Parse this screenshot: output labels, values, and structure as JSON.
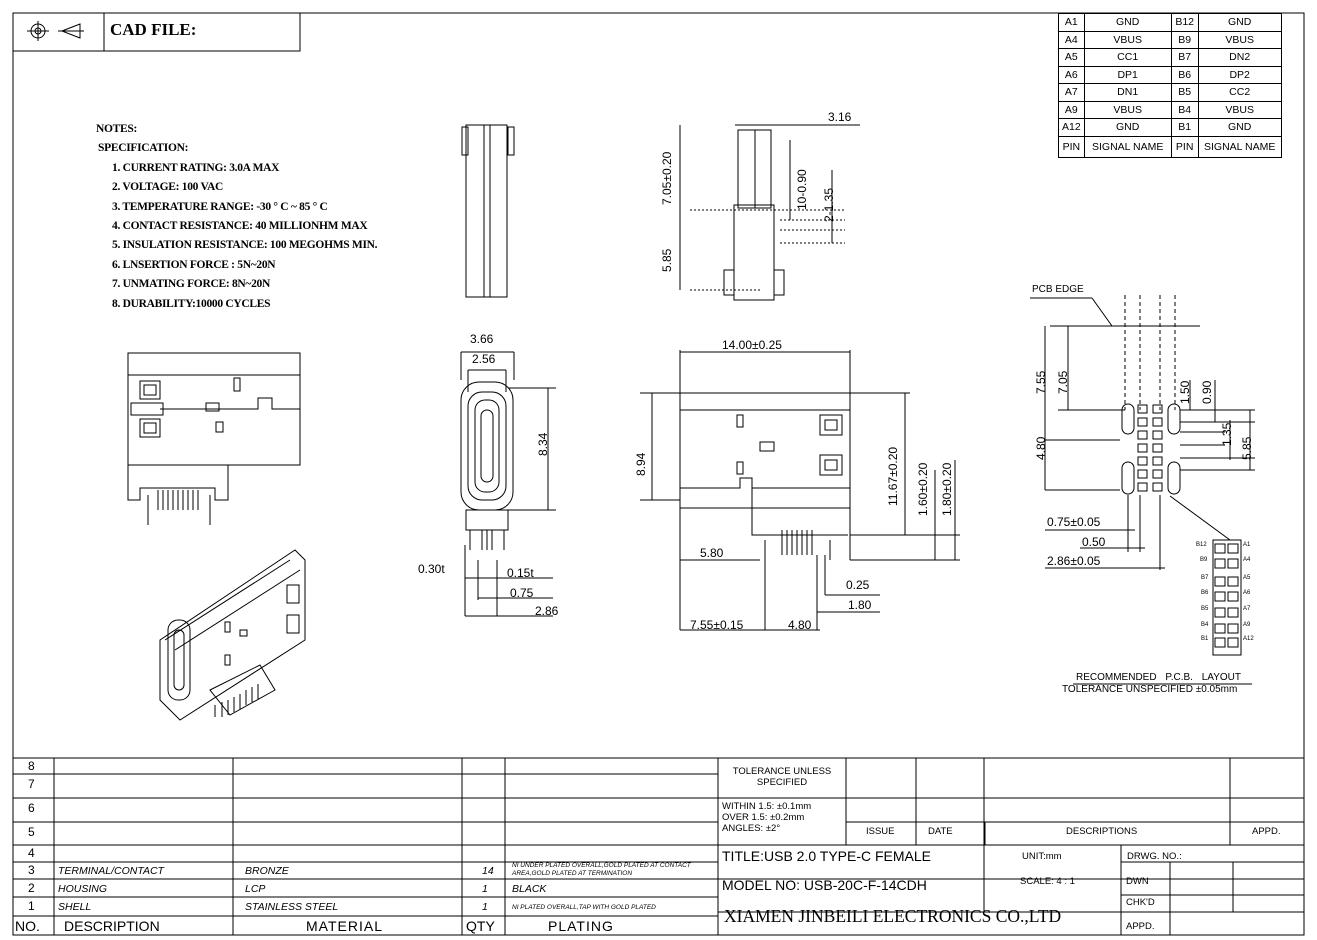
{
  "header": {
    "cad_label": "CAD FILE:",
    "projection_icon": "third-angle-projection-icon"
  },
  "notes": {
    "title": "NOTES:",
    "subtitle": "SPECIFICATION:",
    "items": [
      "1. CURRENT RATING: 3.0A MAX",
      "2. VOLTAGE: 100 VAC",
      "3. TEMPERATURE RANGE: -30 ° C ~ 85 ° C",
      "4. CONTACT RESISTANCE: 40 MILLIONHM MAX",
      "5. INSULATION RESISTANCE: 100 MEGOHMS MIN.",
      "6. LNSERTION FORCE : 5N~20N",
      "7. UNMATING FORCE: 8N~20N",
      "8. DURABILITY:10000 CYCLES"
    ]
  },
  "pin_table": {
    "rows": [
      [
        "A1",
        "GND",
        "B12",
        "GND"
      ],
      [
        "A4",
        "VBUS",
        "B9",
        "VBUS"
      ],
      [
        "A5",
        "CC1",
        "B7",
        "DN2"
      ],
      [
        "A6",
        "DP1",
        "B6",
        "DP2"
      ],
      [
        "A7",
        "DN1",
        "B5",
        "CC2"
      ],
      [
        "A9",
        "VBUS",
        "B4",
        "VBUS"
      ],
      [
        "A12",
        "GND",
        "B1",
        "GND"
      ]
    ],
    "header": [
      "PIN",
      "SIGNAL NAME",
      "PIN",
      "SIGNAL NAME"
    ]
  },
  "dims": {
    "top_width": "3.16",
    "v_705": "7.05±0.20",
    "v_585": "5.85",
    "v_010": "10-0.90",
    "v_2135": "2-1.35",
    "w_366": "3.66",
    "w_256": "2.56",
    "h_834": "8.34",
    "t_030": "0.30t",
    "t_015": "0.15t",
    "w_075": "0.75",
    "w_286": "2.86",
    "w_1400": "14.00±0.25",
    "h_894": "8.94",
    "h_1167": "11.67±0.20",
    "h_160": "1.60±0.20",
    "h_180": "1.80±0.20",
    "w_580": "5.80",
    "w_025": "0.25",
    "w_180": "1.80",
    "w_755": "7.55±0.15",
    "w_480": "4.80",
    "pcb_edge": "PCB EDGE",
    "p_755": "7.55",
    "p_705": "7.05",
    "p_480": "4.80",
    "p_150": "1.50",
    "p_090": "0.90",
    "p_135": "1.35",
    "p_585": "5.85",
    "p_075": "0.75±0.05",
    "p_050": "0.50",
    "p_286": "2.86±0.05",
    "pcb_title": "RECOMMENDED P.C.B. LAYOUT",
    "pcb_tol": "TOLERANCE UNSPECIFIED ±0.05mm"
  },
  "pad_labels": {
    "left": [
      "B12",
      "B9",
      "B7",
      "B6",
      "B5",
      "B4",
      "B1"
    ],
    "right": [
      "A1",
      "A4",
      "A5",
      "A6",
      "A7",
      "A9",
      "A12"
    ]
  },
  "title_block": {
    "row_numbers": [
      "8",
      "7",
      "6",
      "5",
      "4",
      "3",
      "2",
      "1"
    ],
    "bom": [
      {
        "no": "3",
        "desc": "TERMINAL/CONTACT",
        "material": "BRONZE",
        "qty": "14",
        "plating": "NI UNDER PLATED OVERALL,GOLD PLATED AT CONTACT AREA,GOLD PLATED AT TERMINATION"
      },
      {
        "no": "2",
        "desc": "HOUSING",
        "material": "LCP",
        "qty": "1",
        "plating": "BLACK"
      },
      {
        "no": "1",
        "desc": "SHELL",
        "material": "STAINLESS STEEL",
        "qty": "1",
        "plating": "NI PLATED OVERALL,TAP WITH GOLD PLATED"
      }
    ],
    "headers": {
      "no": "NO.",
      "desc": "DESCRIPTION",
      "material": "MATERIAL",
      "qty": "QTY",
      "plating": "PLATING"
    },
    "tolerance": "TOLERANCE UNLESS SPECIFIED",
    "tol_1": "WITHIN 1.5: ±0.1mm",
    "tol_2": "OVER 1.5: ±0.2mm",
    "tol_3": "ANGLES: ±2°",
    "issue": "ISSUE",
    "date": "DATE",
    "descriptions": "DESCRIPTIONS",
    "appd": "APPD.",
    "title": "TITLE:USB 2.0 TYPE-C FEMALE",
    "unit": "UNIT:mm",
    "drwg_no": "DRWG. NO.:",
    "model": "MODEL NO: USB-20C-F-14CDH",
    "scale": "SCALE: 4 : 1",
    "dwn": "DWN",
    "chkd": "CHK'D",
    "appd2": "APPD.",
    "company": "XIAMEN JINBEILI ELECTRONICS CO.,LTD"
  }
}
